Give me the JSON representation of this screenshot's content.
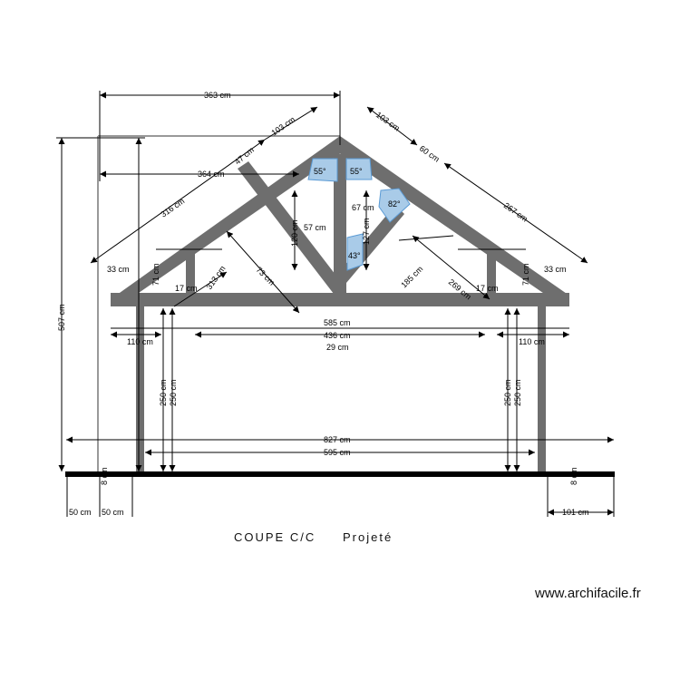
{
  "drawing": {
    "title": "COUPE C/C",
    "subtitle": "Projeté",
    "watermark": "www.archifacile.fr",
    "colors": {
      "structure": "#6e6e6e",
      "ground": "#000000",
      "annotation": "#5b9bd5"
    },
    "dimensions": {
      "top_width": "363 cm",
      "mid_width": "364 cm",
      "total_height": "507 cm",
      "rafter_left": "316 cm",
      "rafter_left_top": "103 cm",
      "rafter_right_top": "103 cm",
      "rafter_right_mid": "60 cm",
      "rafter_right": "267 cm",
      "strut_left": "313 cm",
      "strut_left_b": "73 cm",
      "strut_right": "185 cm",
      "strut_right_b": "269 cm",
      "king_post_a": "120 cm",
      "king_post_b": "127 cm",
      "king_post_c": "67 cm",
      "small_a": "57 cm",
      "small_b": "47 cm",
      "left_overhang": "33 cm",
      "right_overhang": "33 cm",
      "left_stud": "71 cm",
      "right_stud": "71 cm",
      "left_stud_w": "17 cm",
      "right_stud_w": "17 cm",
      "tie_span": "585 cm",
      "inner_span": "436 cm",
      "inner_small": "29 cm",
      "left_bay": "110 cm",
      "right_bay": "110 cm",
      "post_h1": "250 cm",
      "post_h2": "250 cm",
      "post_h3": "250 cm",
      "post_h4": "250 cm",
      "ground_total": "827 cm",
      "ground_inner": "595 cm",
      "foot_left1": "50 cm",
      "foot_left2": "50 cm",
      "foot_right": "101 cm",
      "slab_left": "8 cm",
      "slab_right": "8 cm",
      "angle_1": "55°",
      "angle_2": "55°",
      "angle_3": "82°",
      "angle_4": "43°"
    }
  }
}
